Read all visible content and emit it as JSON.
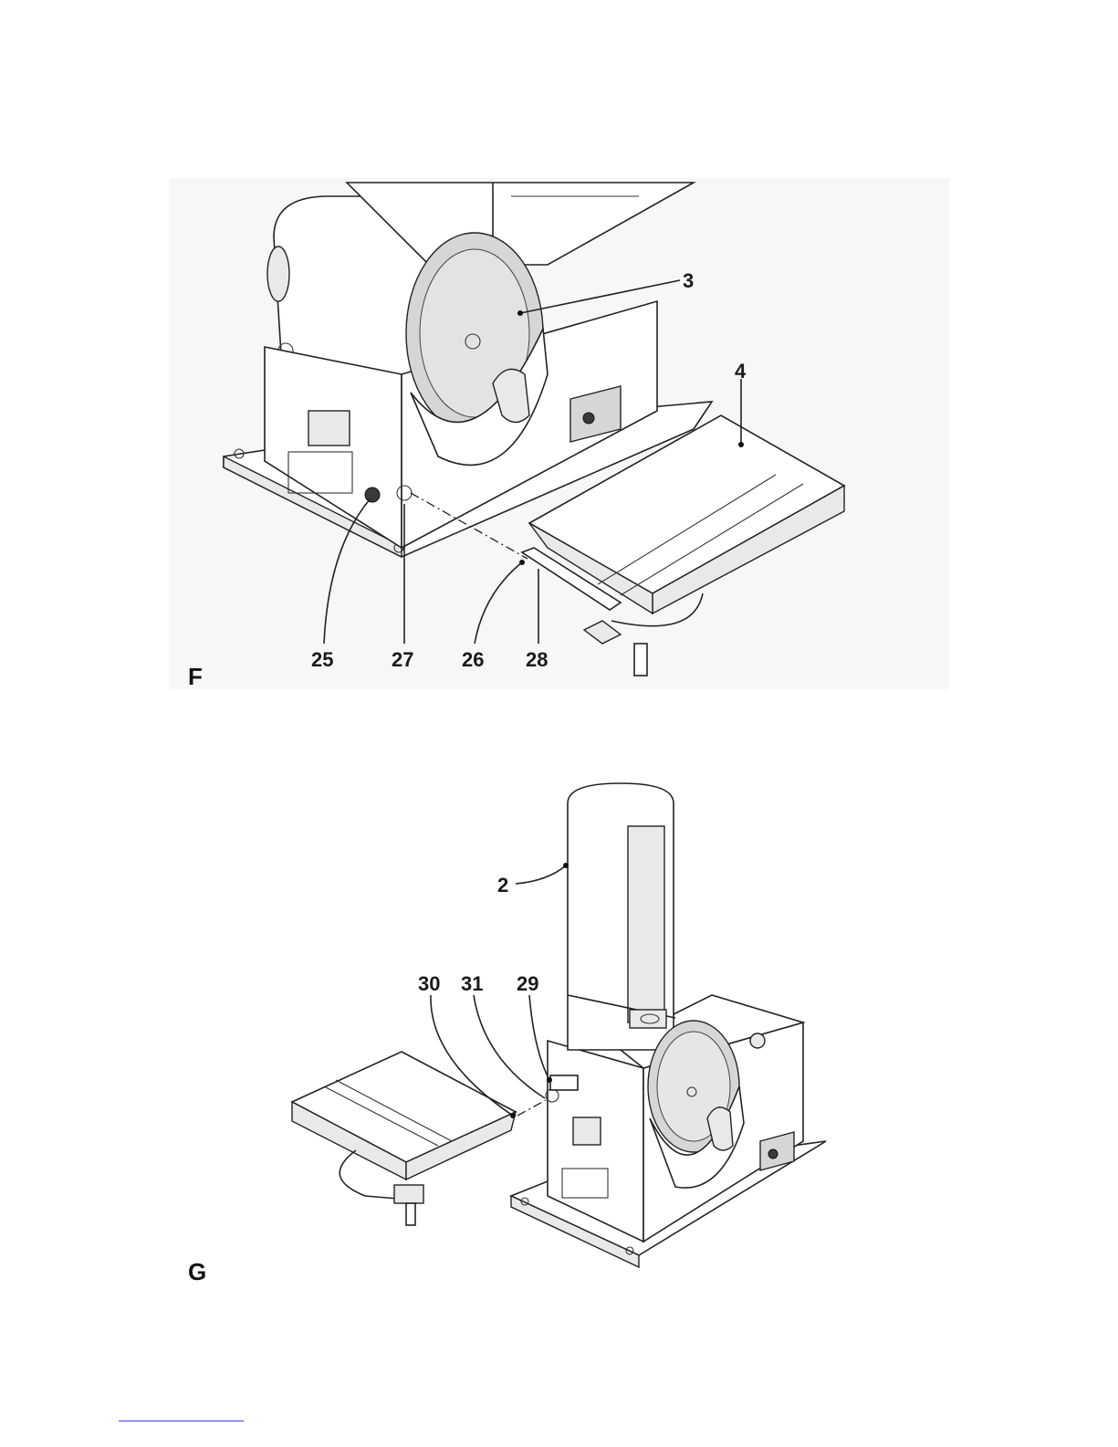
{
  "figures": [
    {
      "id": "F",
      "letter": "F",
      "callouts": {
        "c3": "3",
        "c4": "4",
        "c25": "25",
        "c27": "27",
        "c26": "26",
        "c28": "28"
      }
    },
    {
      "id": "G",
      "letter": "G",
      "callouts": {
        "c2": "2",
        "c30": "30",
        "c31": "31",
        "c29": "29"
      }
    }
  ]
}
